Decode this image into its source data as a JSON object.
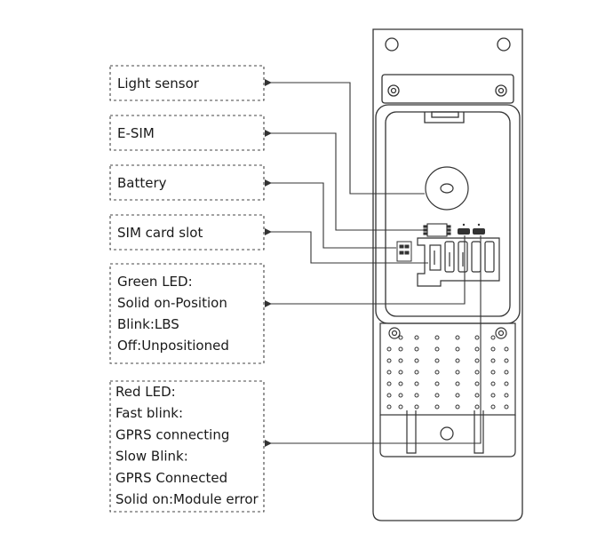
{
  "labels": {
    "light_sensor": [
      "Light sensor"
    ],
    "esim": [
      "E-SIM"
    ],
    "battery": [
      "Battery"
    ],
    "sim_slot": [
      "SIM card slot"
    ],
    "green_led": [
      "Green LED:",
      "Solid on-Position",
      "Blink:LBS",
      "Off:Unpositioned"
    ],
    "red_led": [
      "Red LED:",
      "Fast blink:",
      "GPRS connecting",
      "Slow Blink:",
      "GPRS Connected",
      "Solid on:Module error"
    ]
  },
  "colors": {
    "stroke": "#333333",
    "text": "#1a1a1a",
    "background": "#ffffff"
  }
}
